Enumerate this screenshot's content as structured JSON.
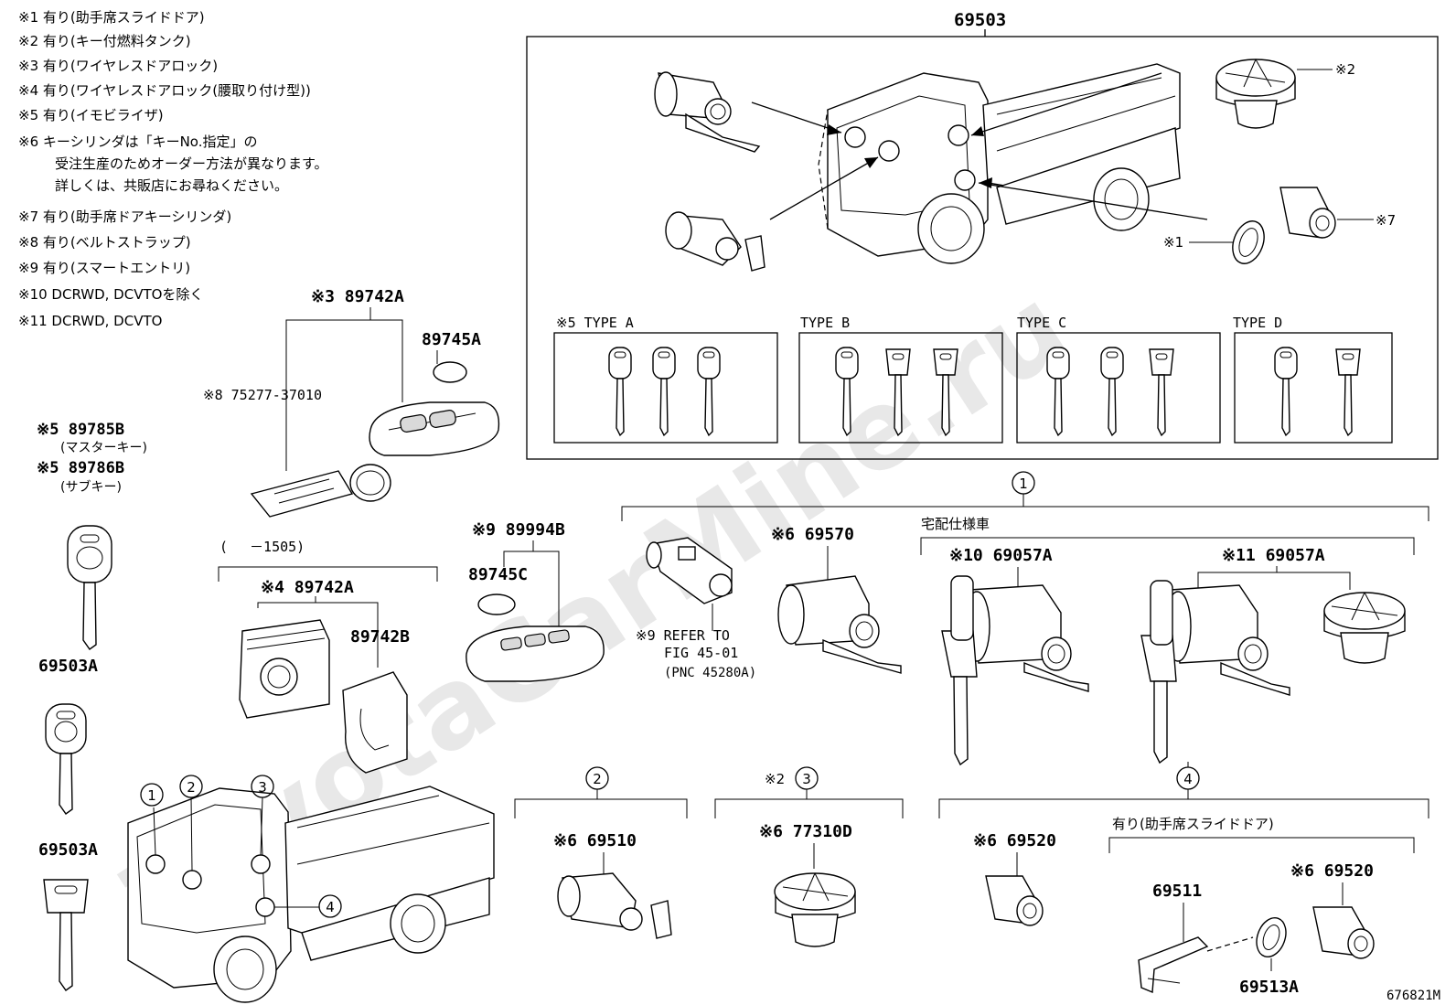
{
  "notes": [
    "※1 有り(助手席スライドドア)",
    "※2 有り(キー付燃料タンク)",
    "※3 有り(ワイヤレスドアロック)",
    "※4 有り(ワイヤレスドアロック(腰取り付け型))",
    "※5 有り(イモビライザ)",
    "※6 キーシリンダは「キーNo.指定」の",
    "受注生産のためオーダー方法が異なります。",
    "詳しくは、共販店にお尋ねください。",
    "※7 有り(助手席ドアキーシリンダ)",
    "※8 有り(ベルトストラップ)",
    "※9 有り(スマートエントリ)",
    "※10 DCRWD, DCVTOを除く",
    "※11 DCRWD, DCVTO"
  ],
  "watermark": "ToyotaCarMine.ru",
  "diagram_id": "676821M",
  "set_69503": {
    "part": "69503",
    "note2": "※2",
    "note1": "※1",
    "note7": "※7",
    "types": [
      "※5 TYPE A",
      "TYPE B",
      "TYPE C",
      "TYPE D"
    ]
  },
  "parts": {
    "p89742A_top": "※3 89742A",
    "p89745A": "89745A",
    "p75277": "※8 75277-37010",
    "p89785B": "※5 89785B",
    "p89785B_sub": "(マスターキー)",
    "p89786B": "※5 89786B",
    "p89786B_sub": "(サブキー)",
    "p69503A_1": "69503A",
    "p69503A_2": "69503A",
    "range_1505": "(　 －1505)",
    "p89742A_mid": "※4 89742A",
    "p89742B": "89742B",
    "p89994B": "※9 89994B",
    "p89745C": "89745C",
    "refer_1": "※9 REFER TO",
    "refer_2": "FIG 45-01",
    "refer_3": "(PNC 45280A)",
    "p69570": "※6 69570",
    "takuhai": "宅配仕様車",
    "p69057A_1": "※10 69057A",
    "p69057A_2": "※11 69057A",
    "p69510": "※6 69510",
    "p77310D": "※6 77310D",
    "note2_g3": "※2",
    "p69520_1": "※6 69520",
    "slide_door": "有り(助手席スライドドア)",
    "p69511": "69511",
    "p69520_2": "※6 69520",
    "p69513A": "69513A"
  },
  "callouts": [
    "1",
    "2",
    "3",
    "4"
  ]
}
